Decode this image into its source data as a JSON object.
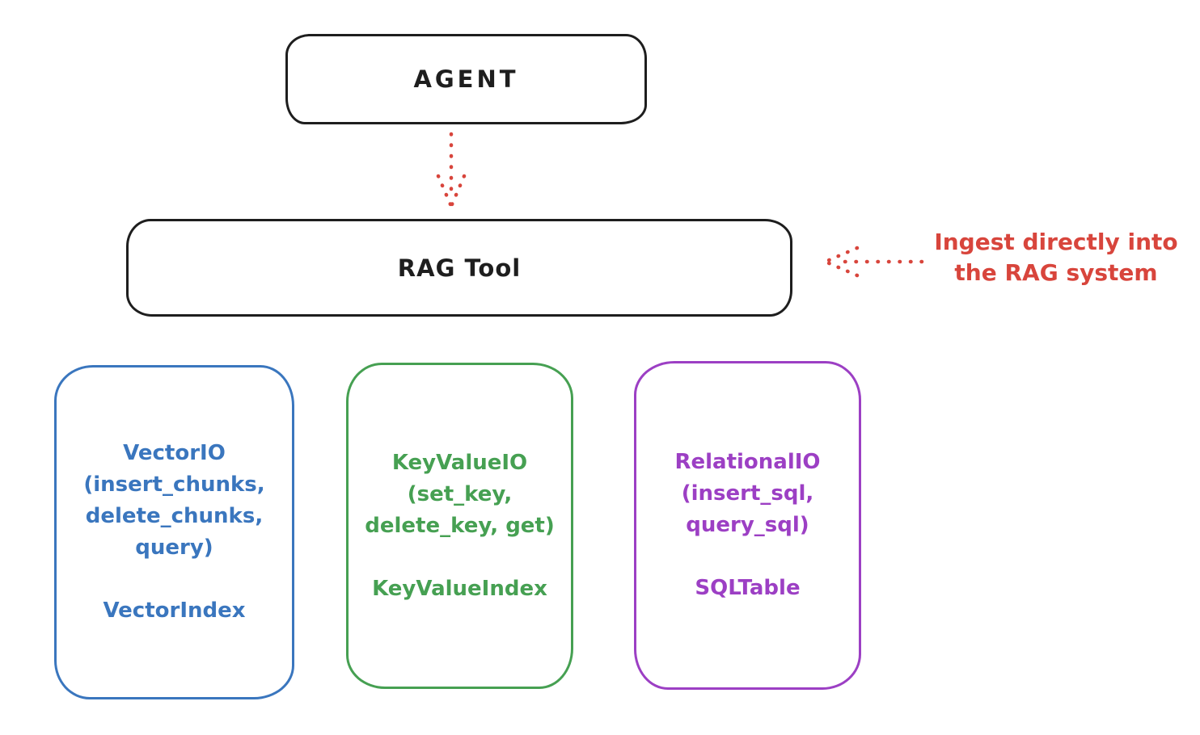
{
  "colors": {
    "ink": "#1e1e1e",
    "red": "#d8453c",
    "blue": "#3a76be",
    "green": "#46a052",
    "purple": "#9c3fc4",
    "background": "#ffffff"
  },
  "nodes": {
    "agent": {
      "label": "AGENT"
    },
    "rag_tool": {
      "label": "RAG Tool"
    },
    "vector_io": {
      "lines": [
        "VectorIO",
        "(insert_chunks,",
        "delete_chunks,",
        "query)"
      ],
      "footer": "VectorIndex"
    },
    "key_value_io": {
      "lines": [
        "KeyValueIO",
        "(set_key,",
        "delete_key, get)"
      ],
      "footer": "KeyValueIndex"
    },
    "relational_io": {
      "lines": [
        "RelationalIO",
        "(insert_sql,",
        "query_sql)"
      ],
      "footer": "SQLTable"
    }
  },
  "annotation": {
    "line1": "Ingest directly into",
    "line2": "the RAG system"
  },
  "arrows": {
    "agent_to_rag": "dotted arrow pointing down from AGENT to RAG Tool",
    "annotation_to_rag": "dotted arrow pointing left from annotation to RAG Tool"
  }
}
